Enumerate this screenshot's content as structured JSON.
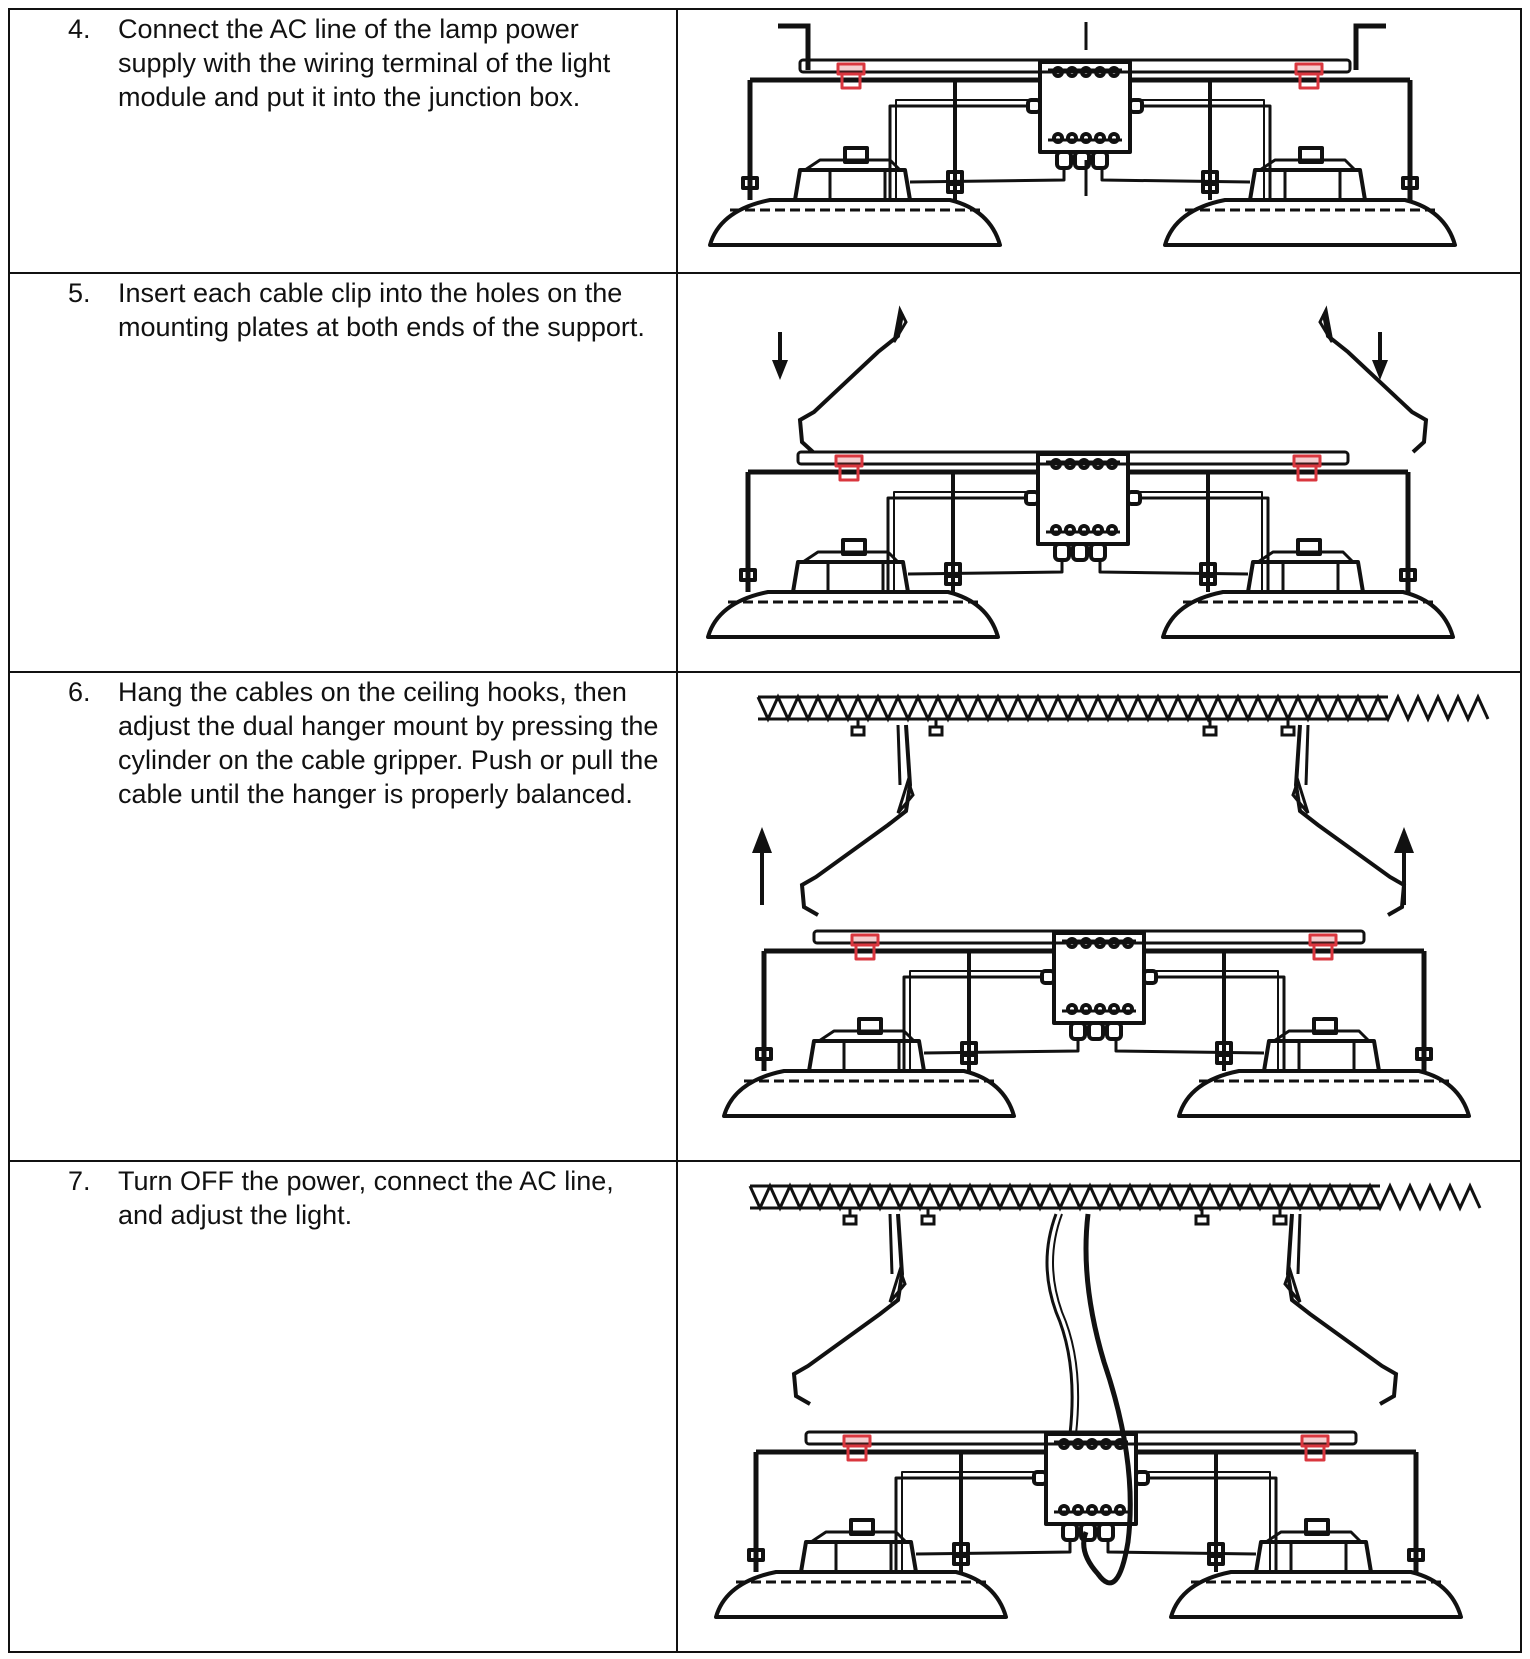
{
  "steps": [
    {
      "number": "4.",
      "text": "Connect the AC line of the lamp power supply with the wiring terminal of the light module and put it into the junction box.",
      "figure": "junction-box-wiring"
    },
    {
      "number": "5.",
      "text": "Insert each cable clip into the holes on the mounting plates at both ends of the support.",
      "figure": "cable-clip-insertion"
    },
    {
      "number": "6.",
      "text": "Hang the cables on the ceiling hooks, then adjust the dual hanger mount by pressing the cylinder on the cable gripper. Push or pull the cable until the hanger is properly balanced.",
      "figure": "ceiling-hang-balance"
    },
    {
      "number": "7.",
      "text": "Turn OFF the power, connect the AC line, and adjust the light.",
      "figure": "ac-line-connection"
    }
  ],
  "colors": {
    "line": "#111111",
    "highlight": "#d9363e"
  }
}
